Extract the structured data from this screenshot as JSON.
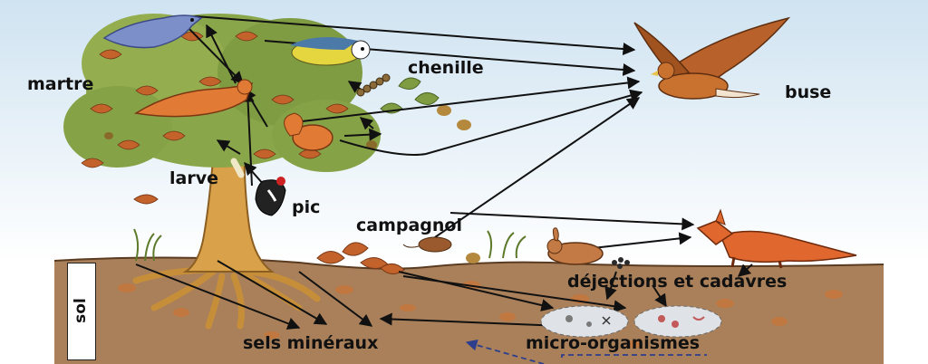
{
  "labels": {
    "martre": "martre",
    "chenille": "chenille",
    "buse": "buse",
    "larve": "larve",
    "pic": "pic",
    "campagnol": "campagnol",
    "dejections": "déjections et cadavres",
    "sels": "sels minéraux",
    "micro": "micro-organismes",
    "sol": "sol"
  },
  "colors": {
    "sky": "#dcebf5",
    "foliage": "#8aa64a",
    "leaf": "#c4622c",
    "trunk": "#d9a24a",
    "soil": "#a77a4e",
    "soil_dark": "#7b5532",
    "arrow": "#111111",
    "fox": "#e0672d",
    "hawk": "#b9612a"
  },
  "icons": [
    "jay-bird-icon",
    "blue-tit-icon",
    "hawk-icon",
    "marten-icon",
    "squirrel-icon",
    "caterpillar-icon",
    "larva-icon",
    "woodpecker-icon",
    "vole-icon",
    "rabbit-icon",
    "fox-icon",
    "acorn-icon",
    "microorganism-icon",
    "droppings-icon"
  ]
}
